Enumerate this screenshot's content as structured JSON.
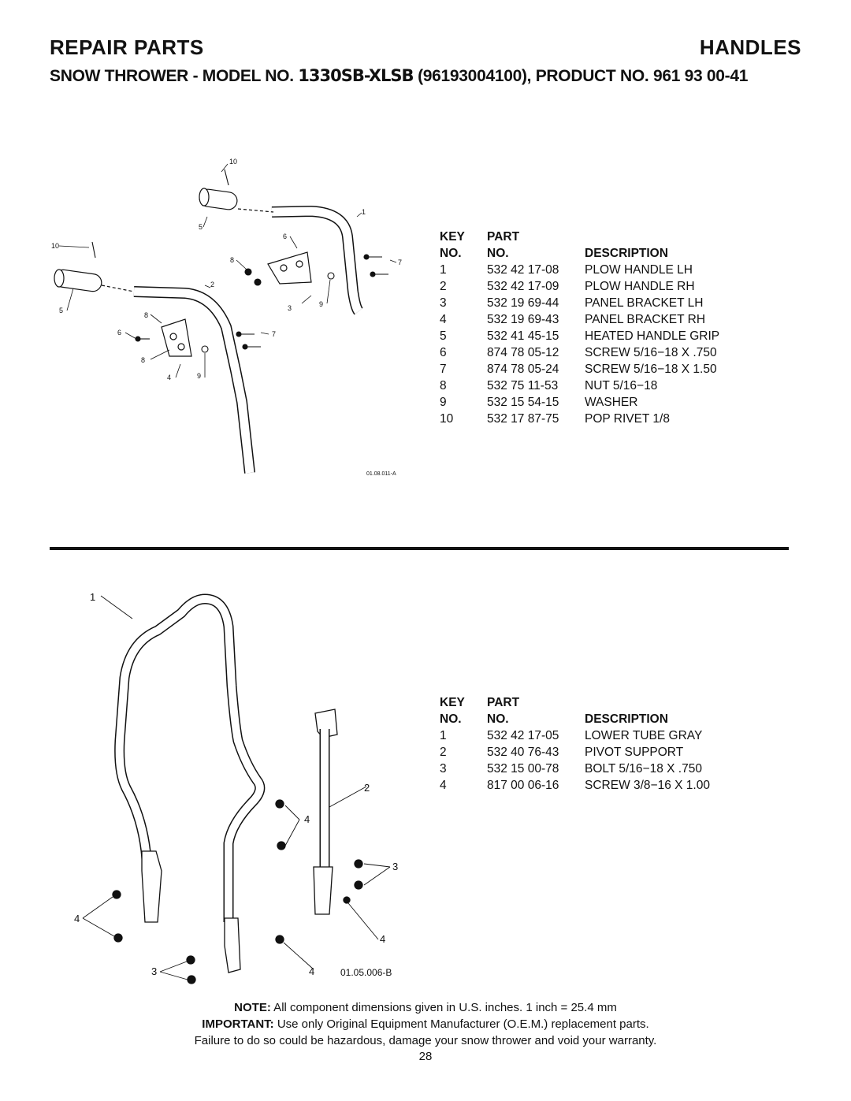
{
  "header": {
    "left": "REPAIR PARTS",
    "right": "HANDLES",
    "subtitle_prefix": "SNOW THROWER - MODEL NO. ",
    "subtitle_model": "1330SB-XLSB",
    "subtitle_suffix": " (96193004100), PRODUCT NO. 961 93 00-41"
  },
  "table_headers": {
    "key_line1": "KEY",
    "key_line2": "NO.",
    "part_line1": "PART",
    "part_line2": "NO.",
    "description": "DESCRIPTION"
  },
  "upper_parts": [
    {
      "key": "1",
      "part": "532 42 17-08",
      "desc": "PLOW HANDLE LH"
    },
    {
      "key": "2",
      "part": "532 42 17-09",
      "desc": "PLOW HANDLE RH"
    },
    {
      "key": "3",
      "part": "532 19 69-44",
      "desc": "PANEL BRACKET LH"
    },
    {
      "key": "4",
      "part": "532 19 69-43",
      "desc": "PANEL BRACKET RH"
    },
    {
      "key": "5",
      "part": "532 41 45-15",
      "desc": "HEATED HANDLE GRIP"
    },
    {
      "key": "6",
      "part": "874 78 05-12",
      "desc": "SCREW 5/16−18 X .750"
    },
    {
      "key": "7",
      "part": "874 78 05-24",
      "desc": "SCREW 5/16−18 X 1.50"
    },
    {
      "key": "8",
      "part": "532 75 11-53",
      "desc": "NUT 5/16−18"
    },
    {
      "key": "9",
      "part": "532 15 54-15",
      "desc": "WASHER"
    },
    {
      "key": "10",
      "part": "532 17 87-75",
      "desc": "POP RIVET 1/8"
    }
  ],
  "lower_parts": [
    {
      "key": "1",
      "part": "532 42 17-05",
      "desc": "LOWER TUBE GRAY"
    },
    {
      "key": "2",
      "part": "532 40 76-43",
      "desc": "PIVOT SUPPORT"
    },
    {
      "key": "3",
      "part": "532 15 00-78",
      "desc": "BOLT 5/16−18 X .750"
    },
    {
      "key": "4",
      "part": "817 00 06-16",
      "desc": "SCREW 3/8−16 X 1.00"
    }
  ],
  "upper_diagram": {
    "figure_code": "01.08.011-A",
    "callouts": [
      "10",
      "1",
      "5",
      "6",
      "10",
      "8",
      "7",
      "2",
      "3",
      "9",
      "5",
      "8",
      "6",
      "7",
      "8",
      "4",
      "9"
    ]
  },
  "lower_diagram": {
    "figure_code": "01.05.006-B",
    "callouts": [
      "1",
      "2",
      "4",
      "3",
      "4",
      "4",
      "3",
      "4"
    ]
  },
  "footer": {
    "note_label": "NOTE:",
    "note_text": " All component dimensions given in U.S. inches.    1 inch = 25.4 mm",
    "important_label": "IMPORTANT:",
    "important_text": " Use only Original Equipment Manufacturer (O.E.M.) replacement parts.",
    "warning_text": "Failure to do so could be hazardous, damage your snow thrower and void your warranty.",
    "page_number": "28"
  }
}
